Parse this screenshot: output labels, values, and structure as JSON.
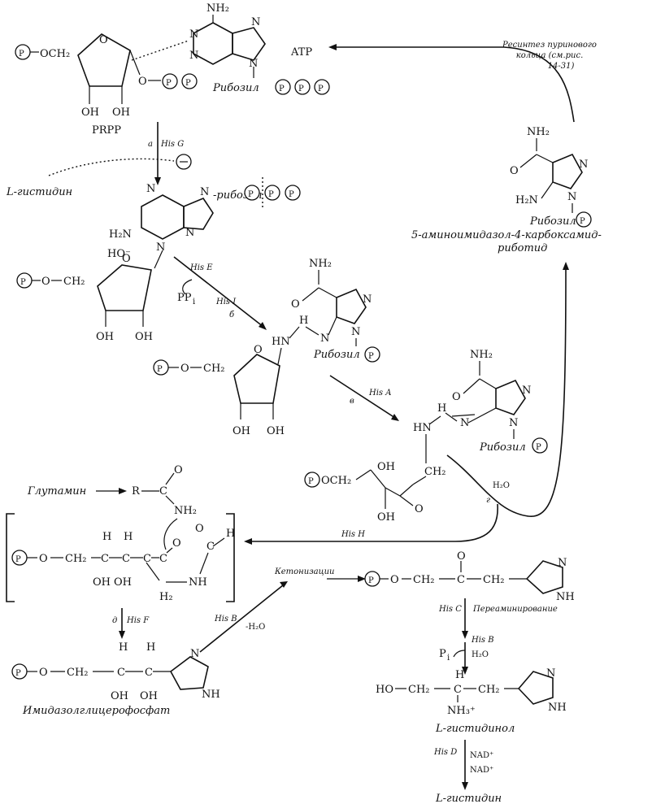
{
  "labels": {
    "atp": "ATP",
    "prpp": "PRPP",
    "ribosyl_ppp": "Рибозил",
    "resynthesis": "Ресинтез пуринового кольца (см.рис. 14-31)",
    "resynthesis_l1": "Ресинтез пуринового",
    "resynthesis_l2": "кольца (см.рис.",
    "resynthesis_l3": "14-31)",
    "his_g": "His G",
    "step_a": "а",
    "l_histidine_inhib": "L-гистидин",
    "ribosyl_amp": "-рибозил",
    "aicar_ribosyl": "Рибозил",
    "aicar_name_l1": "5-аминоимидазол-4-карбоксамид-",
    "aicar_name_l2": "риботид",
    "his_e": "His E",
    "pp_i": "PP",
    "his_i": "His I",
    "step_b": "б",
    "ribosyl_b": "Рибозил",
    "his_a": "His A",
    "step_v": "в",
    "ribosyl_c": "Рибозил",
    "water_1": "H₂O",
    "step_g": "г",
    "glutamine": "Глутамин",
    "his_h": "His H",
    "his_f": "His F",
    "step_d": "д",
    "his_b_left": "His B",
    "water_2": "-H₂O",
    "ketonization": "Кетонизации",
    "his_c": "His C",
    "transamination": "Переаминирование",
    "his_b_right": "His B",
    "p_i": "P",
    "water_3": "H₂O",
    "igp_name": "Имидазолглицерофосфат",
    "l_histidinol": "L-гистидинол",
    "his_d": "His D",
    "nad_1": "NAD⁺",
    "nad_2": "NAD⁺",
    "l_histidine_final": "L-гистидин",
    "nh2": "NH₂",
    "nh3": "NH₃⁺",
    "oh": "OH",
    "ho": "HO",
    "n": "N",
    "nh": "NH",
    "hn": "HN",
    "h": "H",
    "o": "O",
    "p": "P",
    "och2": "OCH₂",
    "ch2": "CH₂",
    "h2n_plus": "H₂N",
    "ho_minus": "HO⁻",
    "r": "R",
    "c": "C",
    "h2": "H₂"
  }
}
